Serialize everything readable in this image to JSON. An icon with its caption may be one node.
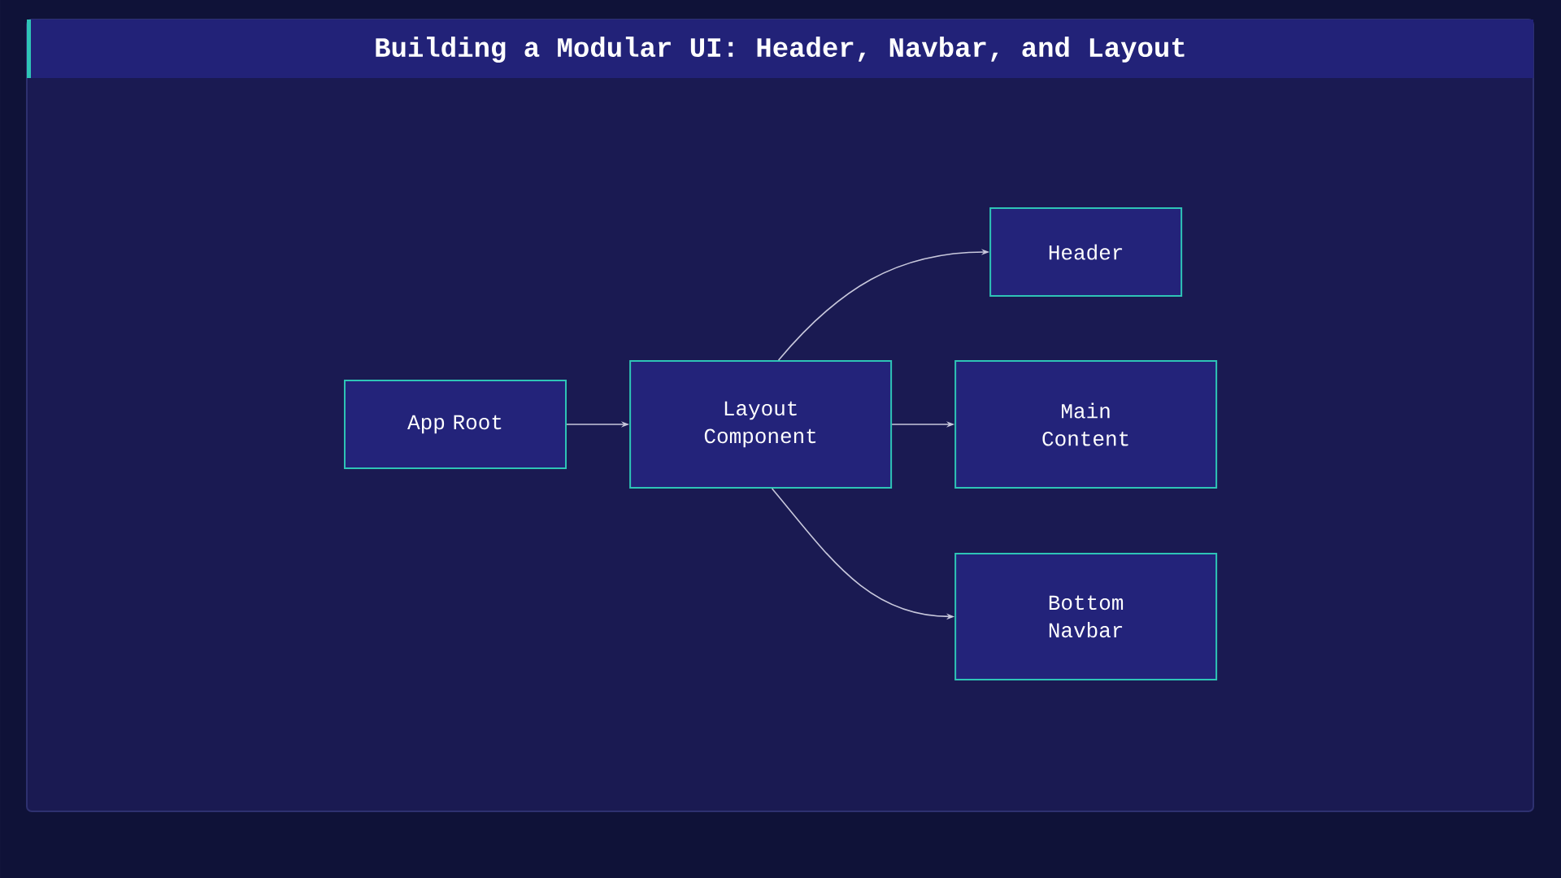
{
  "diagram": {
    "title": "Building a Modular UI: Header, Navbar, and Layout",
    "nodes": [
      {
        "text": [
          "App Root"
        ]
      },
      {
        "text": [
          "Layout Component"
        ]
      },
      {
        "text": [
          "Header"
        ]
      },
      {
        "text": [
          "Main Content"
        ]
      },
      {
        "text": [
          "Bottom Navbar"
        ]
      }
    ],
    "edges": [
      {
        "from": 0,
        "to": 1,
        "arrow": "to"
      },
      {
        "from": 1,
        "to": 2,
        "arrow": "to"
      },
      {
        "from": 1,
        "to": 3,
        "arrow": "to"
      },
      {
        "from": 1,
        "to": 4,
        "arrow": "to"
      }
    ]
  }
}
